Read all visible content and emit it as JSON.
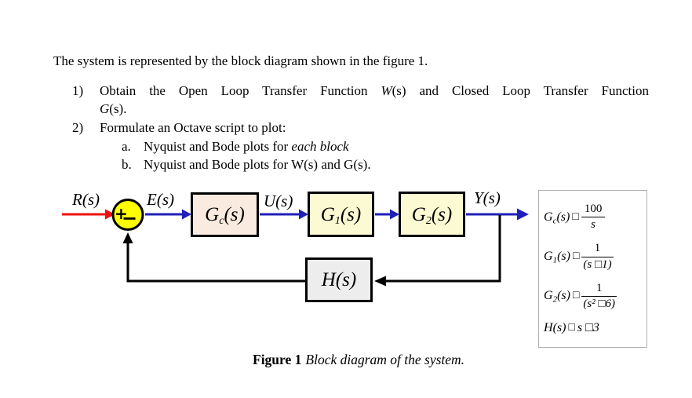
{
  "intro": "The system is represented by the block diagram shown in the figure 1.",
  "tasks": {
    "item1": {
      "marker": "1)",
      "line1_pre": "Obtain the Open Loop Transfer Function ",
      "line1_var": "W",
      "line1_post": "(s) and Closed Loop Transfer Function",
      "line2_var": "G",
      "line2_rest": "(s)."
    },
    "item2": {
      "marker": "2)",
      "text": "Formulate an Octave script to plot:"
    },
    "suba": {
      "marker": "a.",
      "pre": "Nyquist and Bode plots for ",
      "em": "each block"
    },
    "subb": {
      "marker": "b.",
      "text": "Nyquist and Bode plots for W(s) and G(s)."
    }
  },
  "diagram": {
    "signals": {
      "r": "R(s)",
      "e": "E(s)",
      "u": "U(s)",
      "y": "Y(s)"
    },
    "sum": {
      "plus": "+",
      "minus": "−"
    },
    "blocks": {
      "gc": {
        "base": "G",
        "sub": "c",
        "rest": "(s)",
        "fill": "#f9ebdf"
      },
      "g1": {
        "base": "G",
        "sub": "1",
        "rest": "(s)",
        "fill": "#fbfad2"
      },
      "g2": {
        "base": "G",
        "sub": "2",
        "rest": "(s)",
        "fill": "#fbfad2"
      },
      "h": {
        "base": "H",
        "sub": "",
        "rest": "(s)",
        "fill": "#ededed"
      }
    },
    "colors": {
      "input_arrow": "#ee1111",
      "signal_arrow": "#2020b8",
      "feedback_line": "#000000",
      "sum_fill": "#ffff00"
    }
  },
  "equations": {
    "rows": [
      {
        "base": "G",
        "sub": "c",
        "rest": "(s)",
        "op": "□",
        "num": "100",
        "den": "s"
      },
      {
        "base": "G",
        "sub": "1",
        "rest": "(s)",
        "op": "□",
        "num": "1",
        "den": "(s □1)"
      },
      {
        "base": "G",
        "sub": "2",
        "rest": "(s)",
        "op": "□",
        "num": "1",
        "den": "(s² □6)"
      },
      {
        "base": "H",
        "sub": "",
        "rest": "(s)",
        "op": "□",
        "rhs": "s □3"
      }
    ]
  },
  "caption": {
    "label": "Figure 1",
    "text": "Block diagram of the system."
  }
}
